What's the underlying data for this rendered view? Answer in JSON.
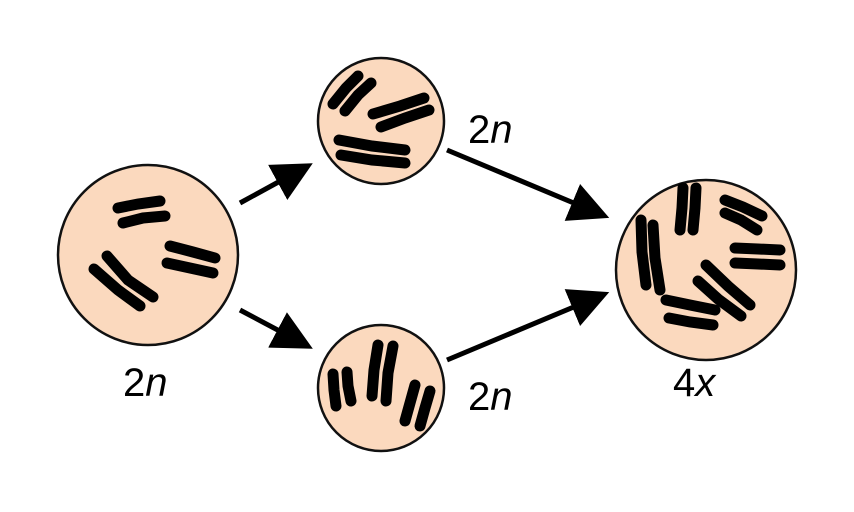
{
  "labels": {
    "parent": {
      "num": "2",
      "var": "n"
    },
    "top_daughter": {
      "num": "2",
      "var": "n"
    },
    "bottom_daughter": {
      "num": "2",
      "var": "n"
    },
    "result": {
      "num": "4",
      "var": "x"
    }
  },
  "colors": {
    "cell_fill": "#FBD9BE",
    "chromosome": "#000000"
  }
}
